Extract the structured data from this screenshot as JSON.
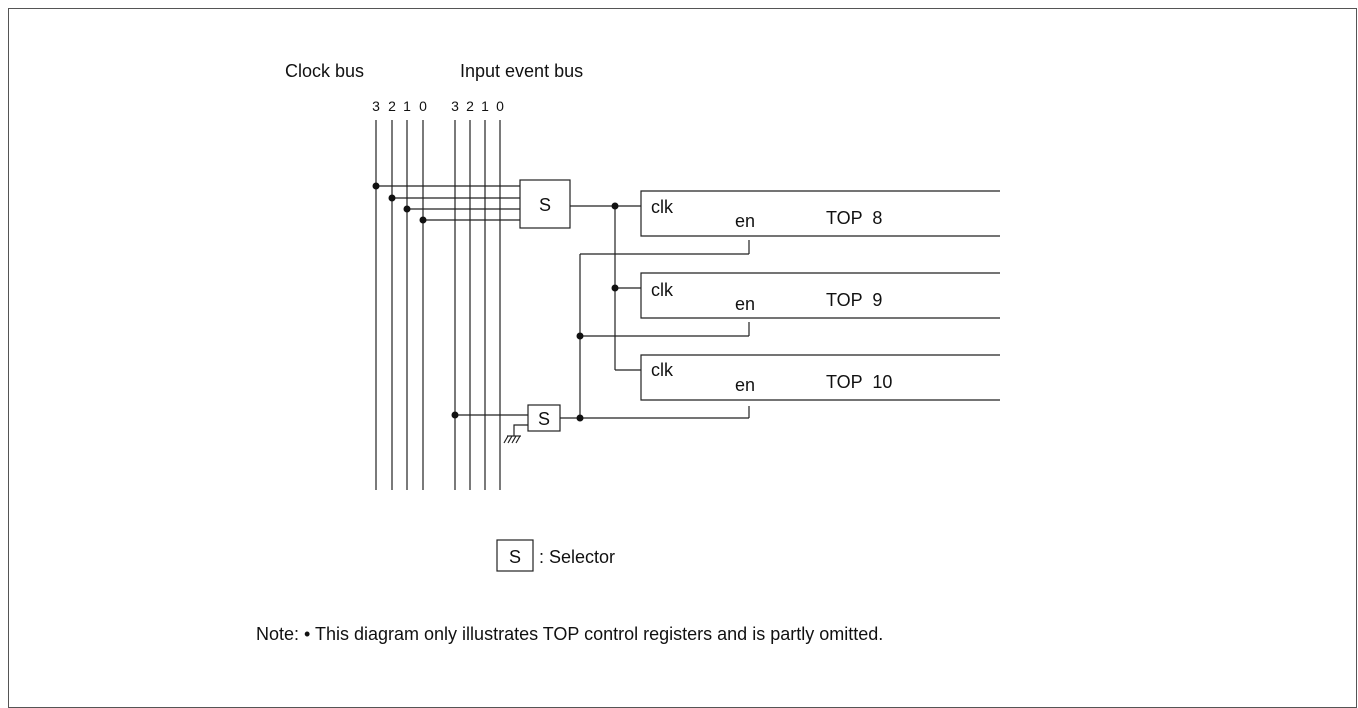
{
  "headings": {
    "clock_bus": "Clock bus",
    "input_event_bus": "Input event bus"
  },
  "bus_bits": [
    "3",
    "2",
    "1",
    "0"
  ],
  "selector": {
    "symbol": "S"
  },
  "timers": [
    {
      "name": "TOP  8",
      "clk": "clk",
      "en": "en"
    },
    {
      "name": "TOP  9",
      "clk": "clk",
      "en": "en"
    },
    {
      "name": "TOP  10",
      "clk": "clk",
      "en": "en"
    }
  ],
  "legend": {
    "symbol": "S",
    "text": ": Selector"
  },
  "note": "Note: • This diagram only illustrates TOP control registers and is partly omitted.",
  "colors": {
    "line": "#222222",
    "text": "#111111",
    "frame": "#555555"
  }
}
